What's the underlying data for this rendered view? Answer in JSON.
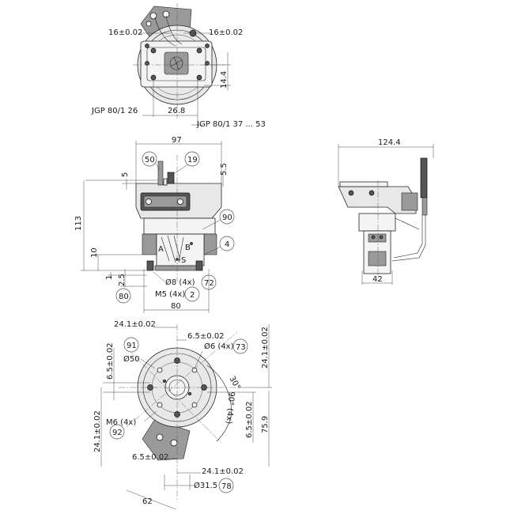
{
  "views": {
    "top": {
      "dim_left": "16±0.02",
      "dim_right": "16±0.02",
      "dim_height": "14.4",
      "dim_width": "26.8",
      "label_jgp_small": "JGP 80/1 26",
      "label_jgp_large": "JGP 80/1 37 ... 53"
    },
    "front": {
      "dim_top_width": "97",
      "dim_bottom_width": "80",
      "dim_height": "113",
      "dim_5": "5",
      "dim_5_5": "5.5",
      "dim_10": "10",
      "dim_1": "1",
      "dim_2_5": "2.5",
      "bubble_50": "50",
      "bubble_19": "19",
      "bubble_90": "90",
      "bubble_4": "4",
      "bubble_80": "80",
      "bubble_72": "72",
      "bubble_2": "2",
      "label_a": "A",
      "label_b": "B",
      "label_s": "S",
      "label_dia8": "Ø8 (4x)",
      "label_m5": "M5 (4x)"
    },
    "side": {
      "dim_width": "124.4",
      "dim_bottom": "42"
    },
    "bottom": {
      "dim_top": "24.1±0.02",
      "dim_65_top": "6.5±0.02",
      "dim_left_65": "6.5±0.02",
      "dim_right_241": "24.1±0.02",
      "dim_right_65": "6.5±0.02",
      "dim_759": "75.9",
      "dim_left_241": "24.1±0.02",
      "dim_bottom_65": "6.5±0.02",
      "dim_bottom_241": "24.1±0.02",
      "dim_62": "62",
      "angle_30": "30°",
      "angle_90": "90° (4x)",
      "bubble_91": "91",
      "bubble_73": "73",
      "bubble_92": "92",
      "bubble_78": "78",
      "label_dia50": "Ø50",
      "label_dia6": "Ø6 (4x)",
      "label_m6": "M6 (4x)",
      "label_dia315": "Ø31.5"
    }
  }
}
